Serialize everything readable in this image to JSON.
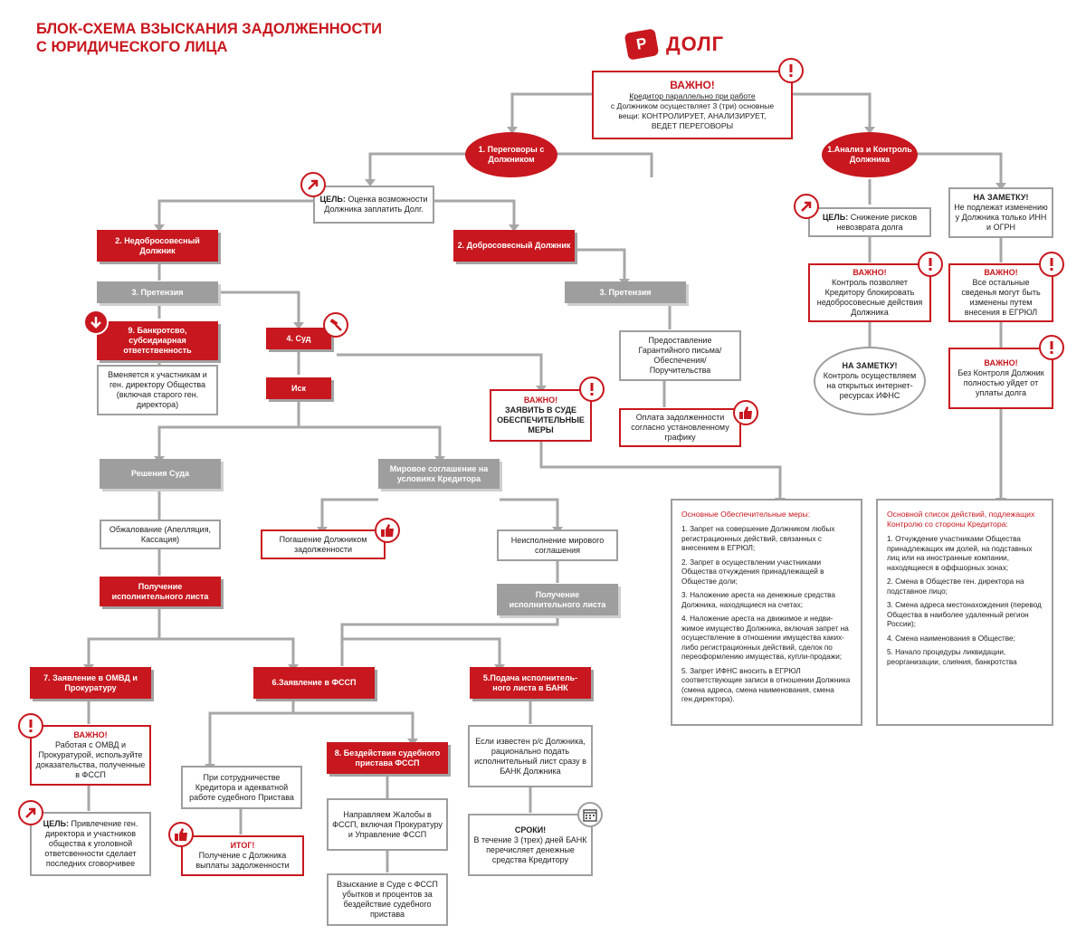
{
  "header": {
    "title_line1": "БЛОК-СХЕМА ВЗЫСКАНИЯ ЗАДОЛЖЕННОСТИ",
    "title_line2": "С ЮРИДИЧЕСКОГО ЛИЦА",
    "brand_logo": "Р",
    "brand_name": "ДОЛГ"
  },
  "important_main": {
    "title": "ВАЖНО!",
    "line1": "Кредитор параллельно при работе",
    "line2": "с Должником осуществляет 3 (три) основные",
    "line3": "вещи: КОНТРОЛИРУЕТ, АНАЛИЗИРУЕТ,",
    "line4": "ВЕДЕТ ПЕРЕГОВОРЫ"
  },
  "left_branch": {
    "negotiations": "1. Переговоры с Должником",
    "goal_label": "ЦЕЛЬ:",
    "goal_text": "Оценка возможности Должника заплатить Долг.",
    "unscrupulous": "2. Недобросовесный Должник",
    "claim_left": "3. Претензия",
    "bankruptcy": "9. Банкротсво, субсидиарная ответственность",
    "bankruptcy_note": "Вменяется к участникам и ген. директору Общества (включая старого ген. директора)",
    "court": "4. Суд",
    "lawsuit": "Иск",
    "important_court_title": "ВАЖНО!",
    "important_court_text": "ЗАЯВИТЬ В СУДЕ ОБЕСПЕЧИТЕЛЬНЫЕ МЕРЫ",
    "court_decision": "Решения Суда",
    "appeal": "Обжалование (Апелляция, Кассация)",
    "writ": "Получение исполнительного листа",
    "settlement": "Мировое соглашение на условиях Кредитора",
    "repayment": "Погашение Должником задолженности",
    "non_performance": "Неисполнение мирового соглашения",
    "writ2": "Получение исполнительного листа",
    "omvd": "7. Заявление в ОМВД и Прокуратуру",
    "omvd_important_title": "ВАЖНО!",
    "omvd_important_text": "Работая с ОМВД и Прокуратурой, используйте доказательства, полученные в ФССП",
    "omvd_goal_label": "ЦЕЛЬ:",
    "omvd_goal_text": "Привлечение ген. директора и участников общества к уголовной ответсвенности сделает последних сговорчивее",
    "fssp": "6.Заявление в ФССП",
    "fssp_coop": "При сотрудничестве Кредитора и адекватной работе судебного Пристава",
    "result_title": "ИТОГ!",
    "result_text": "Получение с Должника выплаты задолженности",
    "inaction": "8. Бездействия судебного пристава ФССП",
    "complaints": "Направляем Жалобы в ФССП, включая Прокуратуру и Управление ФССП",
    "recovery": "Взыскание в Суде с ФССП убытков и процентов за бездействие судебного пристава",
    "bank": "5.Подача исполнитель- ного листа в БАНК",
    "bank_note": "Если известен р/с Должника, рационально подать исполнительный лист сразу в БАНК Должника",
    "terms_title": "СРОКИ!",
    "terms_text": "В течение 3 (трех) дней БАНК перечисляет денежные средства Кредитору"
  },
  "middle_branch": {
    "conscientious": "2. Добросовесный Должник",
    "claim_right": "3. Претензия",
    "guarantee": "Предоставление Гарантийного письма/ Обеспечения/ Поручительства",
    "payment": "Оплата задолженности согласно установленному графику"
  },
  "right_branch": {
    "analysis": "1.Анализ и Контроль Должника",
    "goal_label": "ЦЕЛЬ:",
    "goal_text": "Снижение рисков невозврата долга",
    "note_title": "НА ЗАМЕТКУ!",
    "note_text": "Не подлежат изменению у Должника только ИНН и ОГРН",
    "control_title": "ВАЖНО!",
    "control_text": "Контроль позволяет Кредитору блокировать недобросовесные действия Должника",
    "other_title": "ВАЖНО!",
    "other_text": "Все остальные сведенья могут быть изменены путем внесения в ЕГРЮЛ",
    "note2_title": "НА ЗАМЕТКУ!",
    "note2_text": "Контроль осуществляем на открытых интернет-ресурсах ИФНС",
    "nocontrol_title": "ВАЖНО!",
    "nocontrol_text": "Без Контроля Должник полностью уйдет от уплаты долга"
  },
  "security_measures": {
    "title": "Основные Обеспечительные меры:",
    "items": [
      "1. Запрет на совершение Должником любых регистрационных действий, связанных с внесением в ЕГРЮЛ;",
      "2. Запрет в осуществлении участниками Общества отчуждения принадлежащей в Обществе доли;",
      "3. Наложение ареста на денежные средства Должника, находящиеся на счетах;",
      "4. Наложение ареста на движимое и недви- жимое имущество Должника, включая запрет на осуществление в отношении имущества каких-либо регистрационных действий, сделок по переоформлению имущества, купли-продажи;",
      "5. Запрет ИФНС вносить в ЕГРЮЛ соответствующие записи в отношении Должника (смена адреса, смена наименования, смена ген.директора)."
    ]
  },
  "control_list": {
    "title": "Основной список действий, подлежащих Контролю со стороны Кредитора:",
    "items": [
      "1. Отчуждение участниками Общества принадлежащих им долей, на подставных лиц или на иностранные компании, находящиеся в оффшорных зонах;",
      "2. Смена в Обществе ген. директора на подставное лицо;",
      "3. Смена адреса местонахождения (перевод Общества в наиболее удаленный регион России);",
      "4. Смена наименования в Обществе;",
      "5. Начало процедуры ликвидации, реорганизации, слияния, банкротства"
    ]
  },
  "colors": {
    "accent": "#c8171e",
    "grey": "#9e9e9e",
    "line": "#a7a7a7"
  }
}
